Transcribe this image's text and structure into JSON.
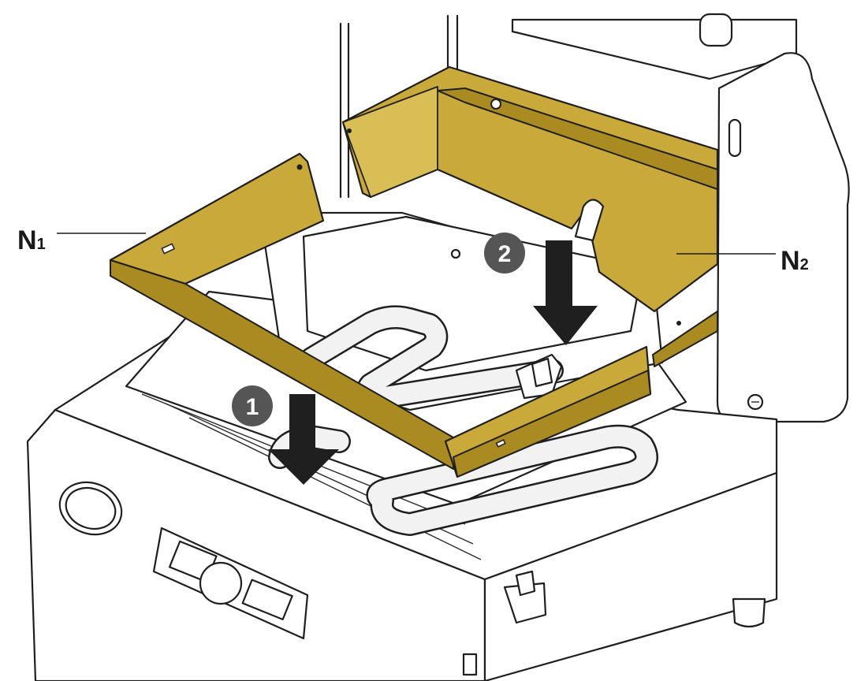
{
  "callouts": [
    {
      "id": "n1",
      "main": "N",
      "sub": "1"
    },
    {
      "id": "n2",
      "main": "N",
      "sub": "2"
    }
  ],
  "steps": [
    {
      "id": "step1",
      "label": "1"
    },
    {
      "id": "step2",
      "label": "2"
    }
  ],
  "colors": {
    "panel_gold": "#c8a93a",
    "badge_gray": "#555555",
    "outline": "#1f1f1f"
  }
}
